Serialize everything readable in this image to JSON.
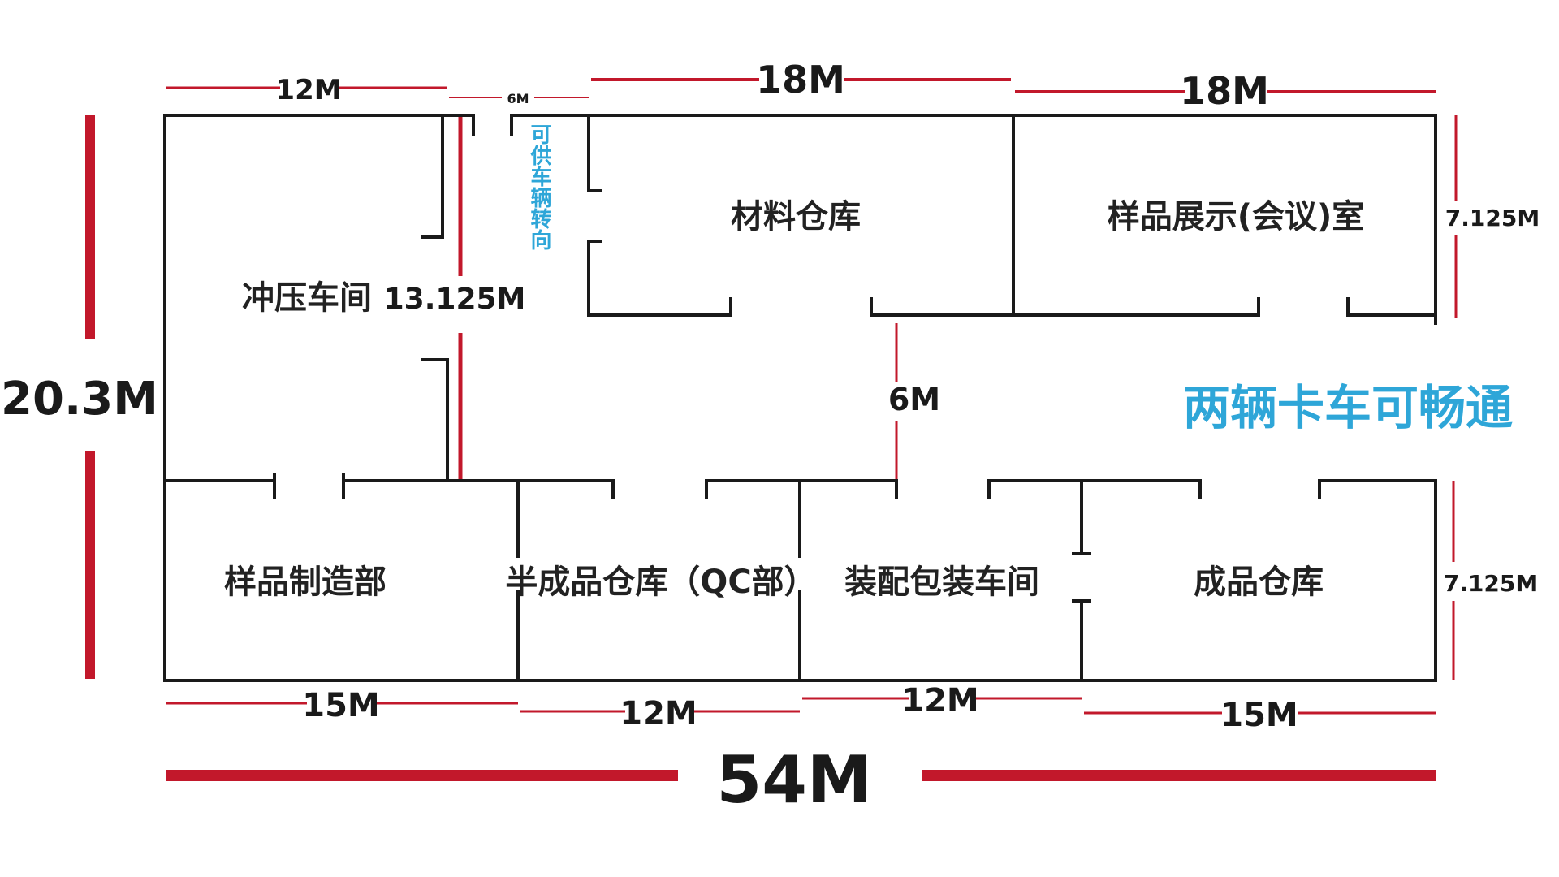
{
  "rooms": {
    "stamping": "冲压车间",
    "material_warehouse": "材料仓库",
    "showroom": "样品展示(会议)室",
    "sample_making": "样品制造部",
    "semi_finished": "半成品仓库（QC部）",
    "assembly_packing": "装配包装车间",
    "finished_goods": "成品仓库"
  },
  "notes": {
    "turning": "可供车辆转向",
    "trucks": "两辆卡车可畅通"
  },
  "dimensions": {
    "top_12m": "12M",
    "top_6m": "6M",
    "top_18m_a": "18M",
    "top_18m_b": "18M",
    "total_height": "20.3M",
    "corridor_inner": "13.125M",
    "corridor_6m": "6M",
    "right_upper": "7.125M",
    "right_lower": "7.125M",
    "bottom_15m_a": "15M",
    "bottom_12m_a": "12M",
    "bottom_12m_b": "12M",
    "bottom_15m_b": "15M",
    "total_width": "54M"
  },
  "colors": {
    "dimension_red": "#c2182b",
    "note_blue": "#2ea6d8",
    "wall": "#1a1a1a"
  }
}
